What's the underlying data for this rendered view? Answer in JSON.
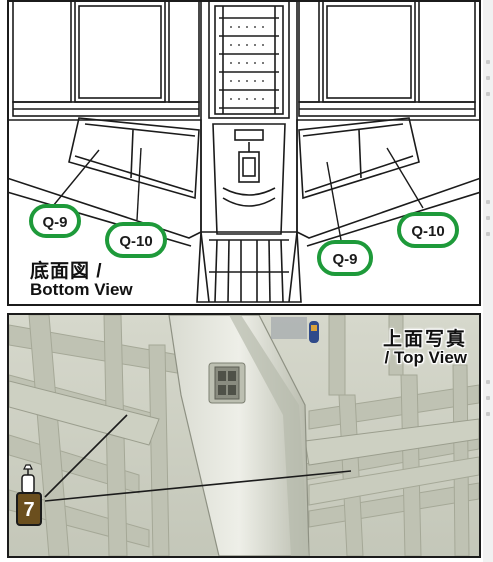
{
  "callouts": {
    "q9_left": "Q-9",
    "q10_left": "Q-10",
    "q9_right": "Q-9",
    "q10_right": "Q-10"
  },
  "bottom_view": {
    "title_ja": "底面図 /",
    "title_en": "Bottom View"
  },
  "top_view": {
    "title_ja": "上面写真",
    "title_en": "/ Top View"
  },
  "paint_marker": {
    "number": "7"
  },
  "colors": {
    "callout_ring": "#1e9a3a",
    "paint_chip": "#6b4f1e",
    "line_art": "#1b1b1b",
    "photo_background": "#cfd2c5"
  },
  "icons": [
    "paint-bottle-icon"
  ]
}
